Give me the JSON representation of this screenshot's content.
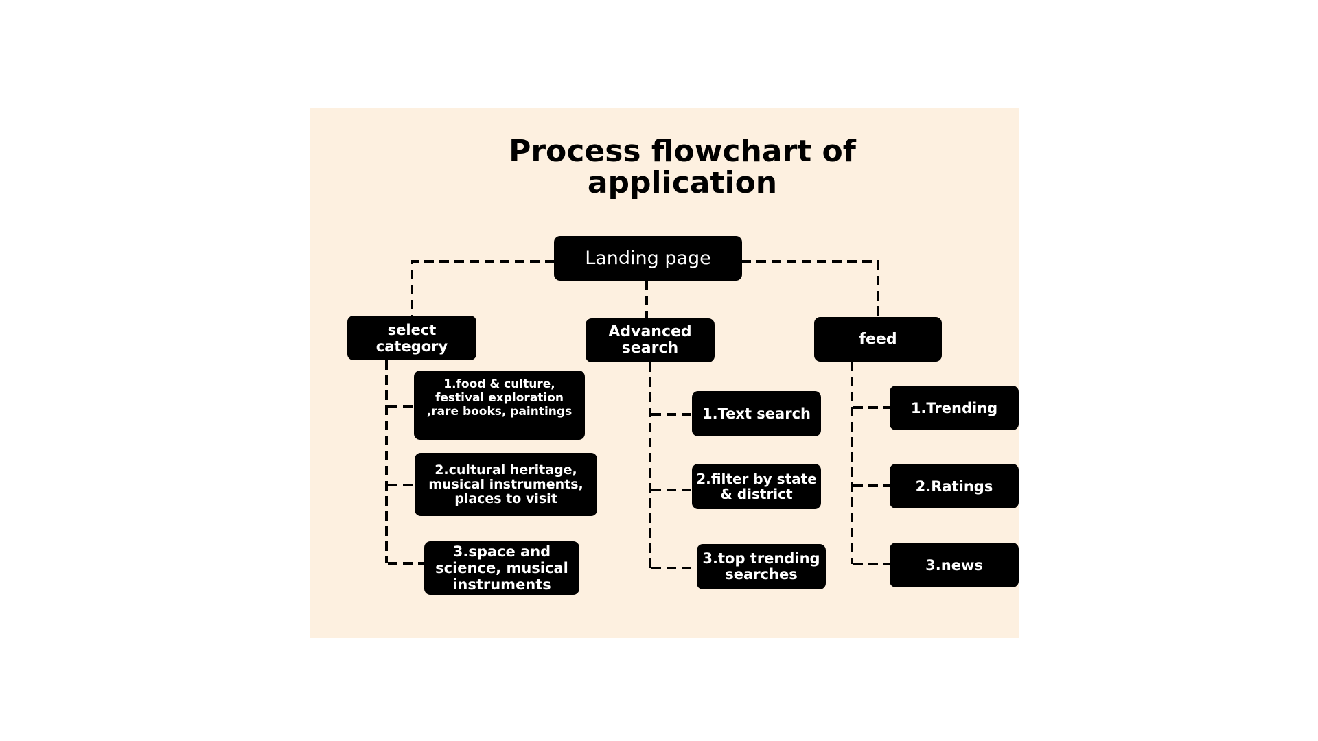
{
  "title": {
    "line1": "Process flowchart of",
    "line2": "application"
  },
  "nodes": {
    "root": {
      "label": "Landing page"
    },
    "select_category": {
      "label": "select category"
    },
    "advanced_search": {
      "label": "Advanced search"
    },
    "feed": {
      "label": "feed"
    },
    "category_1": {
      "label": "1.food & culture, festival exploration ,rare books, paintings"
    },
    "category_2": {
      "label": "2.cultural heritage, musical instruments, places to visit"
    },
    "category_3": {
      "label": "3.space and science, musical instruments"
    },
    "search_1": {
      "label": "1.Text search"
    },
    "search_2": {
      "label": "2.filter by state & district"
    },
    "search_3": {
      "label": "3.top trending searches"
    },
    "feed_1": {
      "label": "1.Trending"
    },
    "feed_2": {
      "label": "2.Ratings"
    },
    "feed_3": {
      "label": "3.news"
    }
  },
  "colors": {
    "background": "#ffffff",
    "panel": "#fdf0e0",
    "node_fill": "#000000",
    "node_text": "#ffffff",
    "connector": "#000000"
  }
}
